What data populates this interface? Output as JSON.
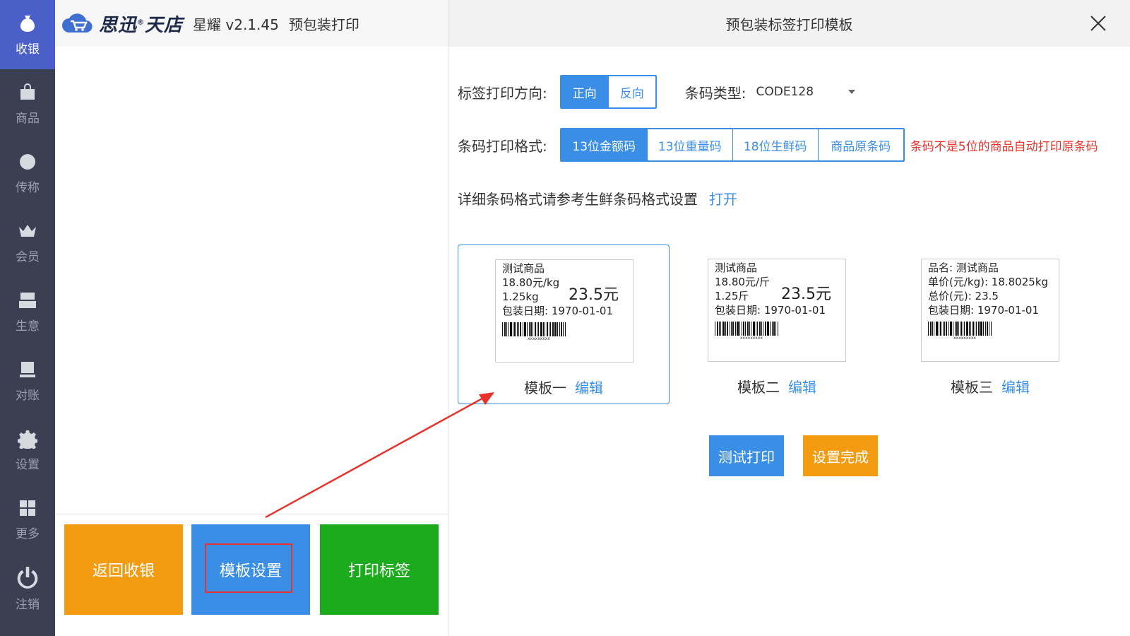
{
  "sidebar": {
    "items": [
      {
        "label": "收银",
        "icon": "cash-bag-icon",
        "active": true
      },
      {
        "label": "商品",
        "icon": "shopping-bag-icon"
      },
      {
        "label": "传称",
        "icon": "scale-link-icon"
      },
      {
        "label": "会员",
        "icon": "crown-icon"
      },
      {
        "label": "生意",
        "icon": "register-icon"
      },
      {
        "label": "对账",
        "icon": "reconcile-icon"
      },
      {
        "label": "设置",
        "icon": "gear-icon"
      },
      {
        "label": "更多",
        "icon": "grid-icon"
      },
      {
        "label": "注销",
        "icon": "power-icon"
      }
    ]
  },
  "app": {
    "logo_text": "思迅",
    "logo_text2": "天店",
    "reg_mark": "®",
    "version": "星耀 v2.1.45",
    "title": "预包装打印"
  },
  "left_actions": {
    "back": "返回收银",
    "template": "模板设置",
    "print": "打印标签"
  },
  "dialog": {
    "title": "预包装标签打印模板",
    "direction_label": "标签打印方向:",
    "direction_options": [
      "正向",
      "反向"
    ],
    "direction_selected": "正向",
    "barcode_type_label": "条码类型:",
    "barcode_type_value": "CODE128",
    "format_label": "条码打印格式:",
    "format_options": [
      "13位金额码",
      "13位重量码",
      "18位生鲜码",
      "商品原条码"
    ],
    "format_selected": "13位金额码",
    "format_hint": "条码不是5位的商品自动打印原条码",
    "detail_text": "详细条码格式请参考生鲜条码格式设置",
    "detail_link": "打开",
    "edit_label": "编辑",
    "templates": [
      {
        "name": "模板一",
        "lines": [
          "测试商品",
          "18.80元/kg",
          "1.25kg",
          "包装日期: 1970-01-01"
        ],
        "price": "23.5元",
        "barcode_text": "xxxxxxxxx",
        "selected": true
      },
      {
        "name": "模板二",
        "lines": [
          "测试商品",
          "18.80元/斤",
          "1.25斤",
          "包装日期: 1970-01-01"
        ],
        "price": "23.5元",
        "barcode_text": "xxxxxxxxx",
        "selected": false
      },
      {
        "name": "模板三",
        "lines": [
          "品名: 测试商品",
          "单价(元/kg): 18.8025kg",
          "总价(元): 23.5",
          "包装日期: 1970-01-01"
        ],
        "price": "",
        "barcode_text": "xxxxxxxxx",
        "selected": false
      }
    ],
    "test_print": "测试打印",
    "done": "设置完成"
  },
  "colors": {
    "sidebar_bg": "#3a3f51",
    "sidebar_active": "#4a5fc8",
    "primary": "#3a8ee6",
    "orange": "#f39c12",
    "green": "#1cab1c",
    "hint_red": "#e8332c"
  }
}
